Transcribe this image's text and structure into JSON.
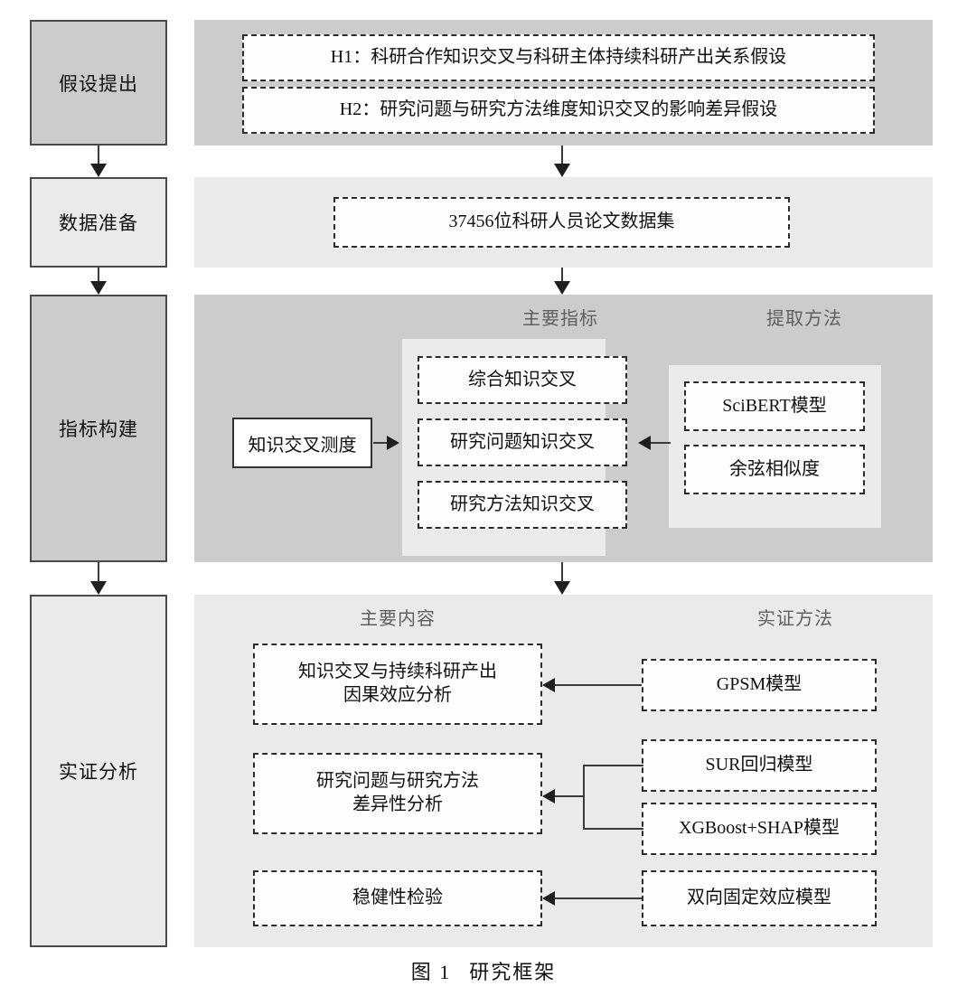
{
  "figure": {
    "caption_label": "图 1",
    "caption_title": "研究框架"
  },
  "stages": [
    {
      "label": "假设提出"
    },
    {
      "label": "数据准备"
    },
    {
      "label": "指标构建"
    },
    {
      "label": "实证分析"
    }
  ],
  "rows": {
    "hypothesis": {
      "items": [
        {
          "text": "H1：科研合作知识交叉与科研主体持续科研产出关系假设"
        },
        {
          "text": "H2：研究问题与研究方法维度知识交叉的影响差异假设"
        }
      ]
    },
    "data_preparation": {
      "items": [
        {
          "text": "37456位科研人员论文数据集"
        }
      ]
    },
    "indicator_construction": {
      "headings": {
        "main_indicators": "主要指标",
        "extraction_methods": "提取方法"
      },
      "source_box": "知识交叉测度",
      "main_indicators": [
        {
          "text": "综合知识交叉"
        },
        {
          "text": "研究问题知识交叉"
        },
        {
          "text": "研究方法知识交叉"
        }
      ],
      "extraction_methods": [
        {
          "text": "SciBERT模型"
        },
        {
          "text": "余弦相似度"
        }
      ]
    },
    "empirical_analysis": {
      "headings": {
        "main_content": "主要内容",
        "empirical_methods": "实证方法"
      },
      "contents": [
        {
          "line1": "知识交叉与持续科研产出",
          "line2": "因果效应分析"
        },
        {
          "line1": "研究问题与研究方法",
          "line2": "差异性分析"
        },
        {
          "line1": "稳健性检验",
          "line2": ""
        }
      ],
      "methods": [
        {
          "text": "GPSM模型"
        },
        {
          "text": "SUR回归模型"
        },
        {
          "text": "XGBoost+SHAP模型"
        },
        {
          "text": "双向固定效应模型"
        }
      ]
    }
  },
  "colors": {
    "panel_dark": "#cccccc",
    "panel_light": "#eaeaea",
    "subpanel": "#ebebeb",
    "box_border": "#2b2b2b",
    "heading_text": "#5f5f5f",
    "connector": "#3a3a3a"
  }
}
